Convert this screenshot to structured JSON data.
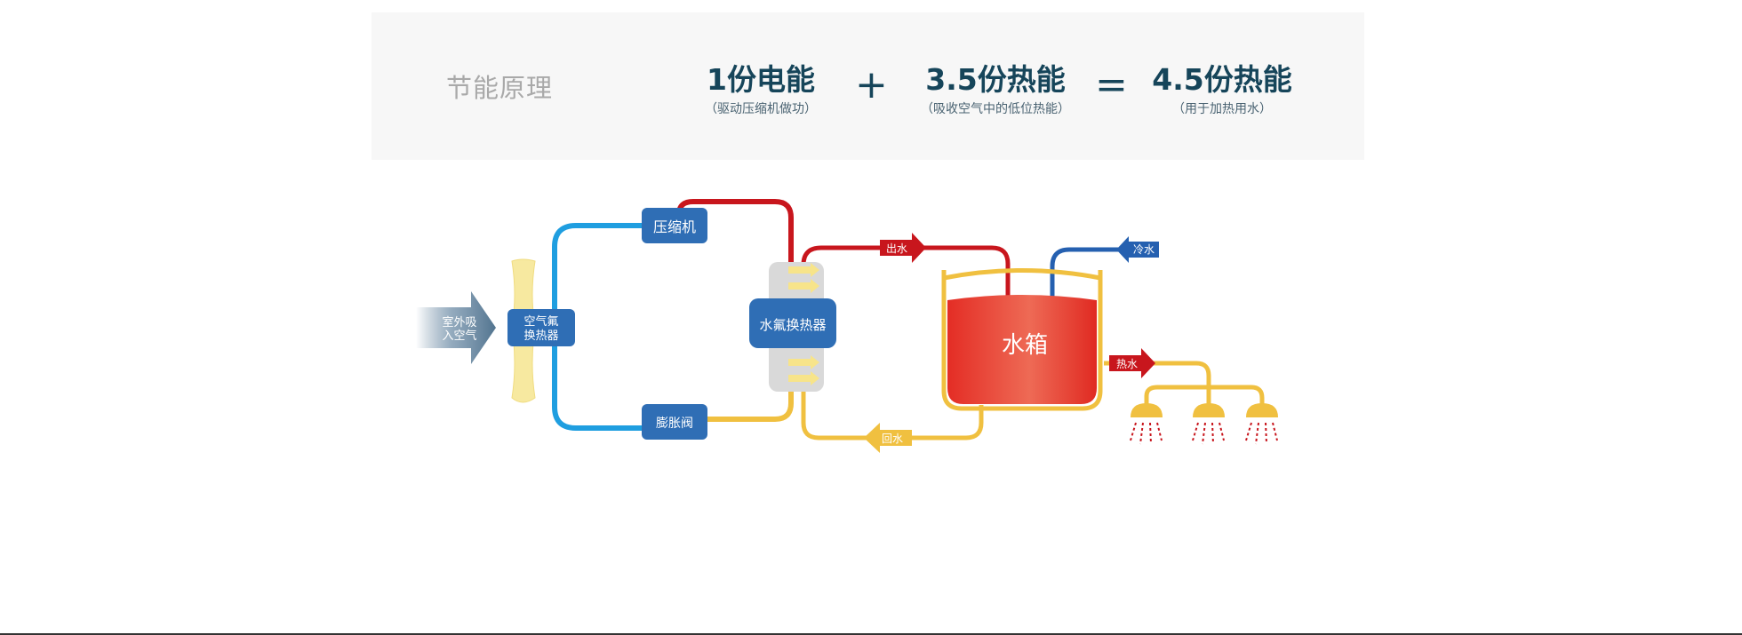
{
  "banner": {
    "title": "节能原理",
    "term1": {
      "main": "1份电能",
      "sub": "（驱动压缩机做功）"
    },
    "plus": "+",
    "term2": {
      "main": "3.5份热能",
      "sub": "（吸收空气中的低位热能）"
    },
    "equals": "=",
    "term3": {
      "main": "4.5份热能",
      "sub": "（用于加热用水）"
    }
  },
  "diagram": {
    "outdoor_air": [
      "室外吸",
      "入空气"
    ],
    "air_exchanger": [
      "空气氟",
      "换热器"
    ],
    "compressor": "压缩机",
    "expansion_valve": "膨胀阀",
    "water_exchanger": "水氟换热器",
    "tank": "水箱",
    "outlet_water": "出水",
    "cold_water": "冷水",
    "hot_water": "热水",
    "return_water": "回水"
  },
  "colors": {
    "refrigerant_cold": "#1f9ee0",
    "refrigerant_hot": "#c8161d",
    "return_line": "#f0c040",
    "component_blue": "#2f6eb5",
    "tank_red": "#e8392a",
    "heading": "#16455a"
  }
}
